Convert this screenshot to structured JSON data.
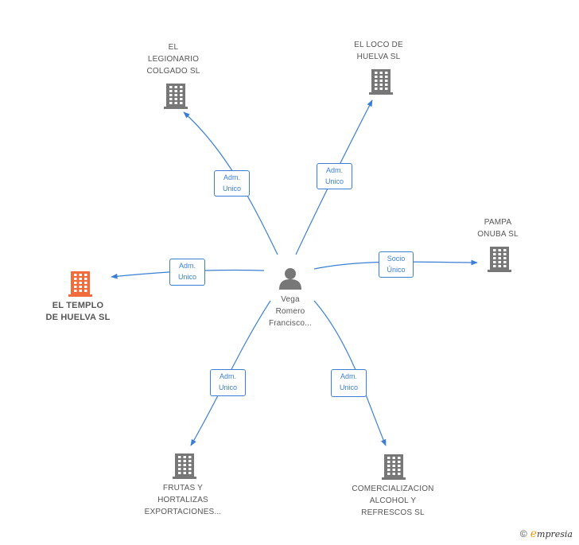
{
  "center": {
    "name_lines": [
      "Vega",
      "Romero",
      "Francisco..."
    ],
    "icon": "person-icon"
  },
  "nodes": [
    {
      "id": "legionario",
      "lines": [
        "EL",
        "LEGIONARIO",
        "COLGADO SL"
      ],
      "icon": "building-icon",
      "highlight": false
    },
    {
      "id": "loco",
      "lines": [
        "EL LOCO DE",
        "HUELVA SL"
      ],
      "icon": "building-icon",
      "highlight": false
    },
    {
      "id": "pampa",
      "lines": [
        "PAMPA",
        "ONUBA SL"
      ],
      "icon": "building-icon",
      "highlight": false
    },
    {
      "id": "templo",
      "lines": [
        "EL TEMPLO",
        "DE HUELVA SL"
      ],
      "icon": "building-icon",
      "highlight": true
    },
    {
      "id": "frutas",
      "lines": [
        "FRUTAS Y",
        "HORTALIZAS",
        "EXPORTACIONES..."
      ],
      "icon": "building-icon",
      "highlight": false
    },
    {
      "id": "comercializacion",
      "lines": [
        "COMERCIALIZACION",
        "ALCOHOL Y",
        "REFRESCOS SL"
      ],
      "icon": "building-icon",
      "highlight": false
    }
  ],
  "edges": [
    {
      "target": "legionario",
      "label": [
        "Adm.",
        "Unico"
      ]
    },
    {
      "target": "loco",
      "label": [
        "Adm.",
        "Unico"
      ]
    },
    {
      "target": "pampa",
      "label": [
        "Socio",
        "Único"
      ]
    },
    {
      "target": "templo",
      "label": [
        "Adm.",
        "Unico"
      ]
    },
    {
      "target": "frutas",
      "label": [
        "Adm.",
        "Unico"
      ]
    },
    {
      "target": "comercializacion",
      "label": [
        "Adm.",
        "Unico"
      ]
    }
  ],
  "colors": {
    "edge": "#3a7fd5",
    "building": "#777777",
    "highlight": "#f26b3a",
    "person": "#777777"
  },
  "footer": {
    "copyright": "©",
    "brand_initial": "e",
    "brand_rest": "mpresia"
  }
}
